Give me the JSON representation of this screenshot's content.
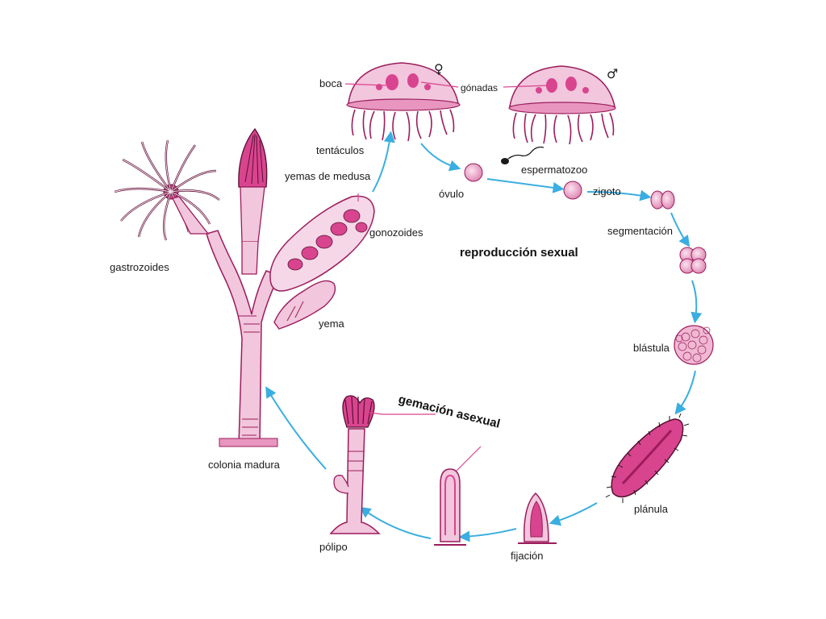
{
  "colors": {
    "organism": "#d9448f",
    "organism_light": "#f2c6dd",
    "organism_dark": "#9c1c5c",
    "arrow": "#3aaee0",
    "line": "#d9448f",
    "text": "#1a1a1a"
  },
  "titles": {
    "sexual": "reproducción sexual",
    "asexual": "gemación asexual"
  },
  "labels": {
    "boca": "boca",
    "gonadas": "gónadas",
    "female": "♀",
    "male": "♂",
    "tentaculos": "tentáculos",
    "espermatozoo": "espermatozoo",
    "ovulo": "óvulo",
    "zigoto": "zigoto",
    "segmentacion": "segmentación",
    "blastula": "blástula",
    "planula": "plánula",
    "fijacion": "fijación",
    "polipo": "pólipo",
    "colonia": "colonia madura",
    "gastrozoides": "gastrozoides",
    "yemas_medusa": "yemas de medusa",
    "gonozoides": "gonozoides",
    "yema": "yema"
  }
}
